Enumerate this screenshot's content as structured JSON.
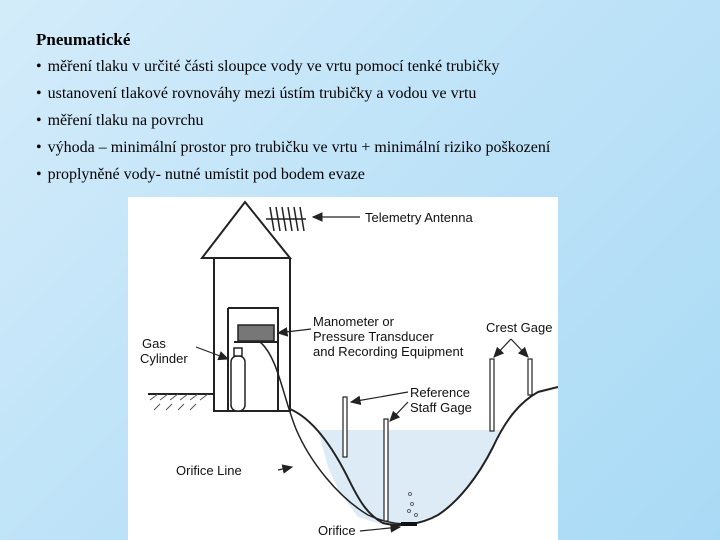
{
  "slide": {
    "title": "Pneumatické",
    "bullets": [
      "měření tlaku v určité části sloupce vody ve vrtu pomocí tenké trubičky",
      "ustanovení tlakové rovnováhy mezi ústím trubičky a vodou ve vrtu",
      "měření tlaku na povrchu",
      "výhoda – minimální prostor pro trubičku ve vrtu + minimální riziko poškození",
      "proplyněné vody- nutné umístit pod bodem evaze"
    ]
  },
  "figure": {
    "labels": {
      "telemetry_antenna": "Telemetry Antenna",
      "manometer_line1": "Manometer or",
      "manometer_line2": "Pressure Transducer",
      "manometer_line3": "and Recording Equipment",
      "crest_gage": "Crest Gage",
      "gas_line1": "Gas",
      "gas_line2": "Cylinder",
      "reference_line1": "Reference",
      "reference_line2": "Staff Gage",
      "orifice_line": "Orifice Line",
      "orifice": "Orifice"
    },
    "colors": {
      "water": "#dcebf5",
      "ink": "#222222",
      "recorder": "#777777"
    }
  }
}
